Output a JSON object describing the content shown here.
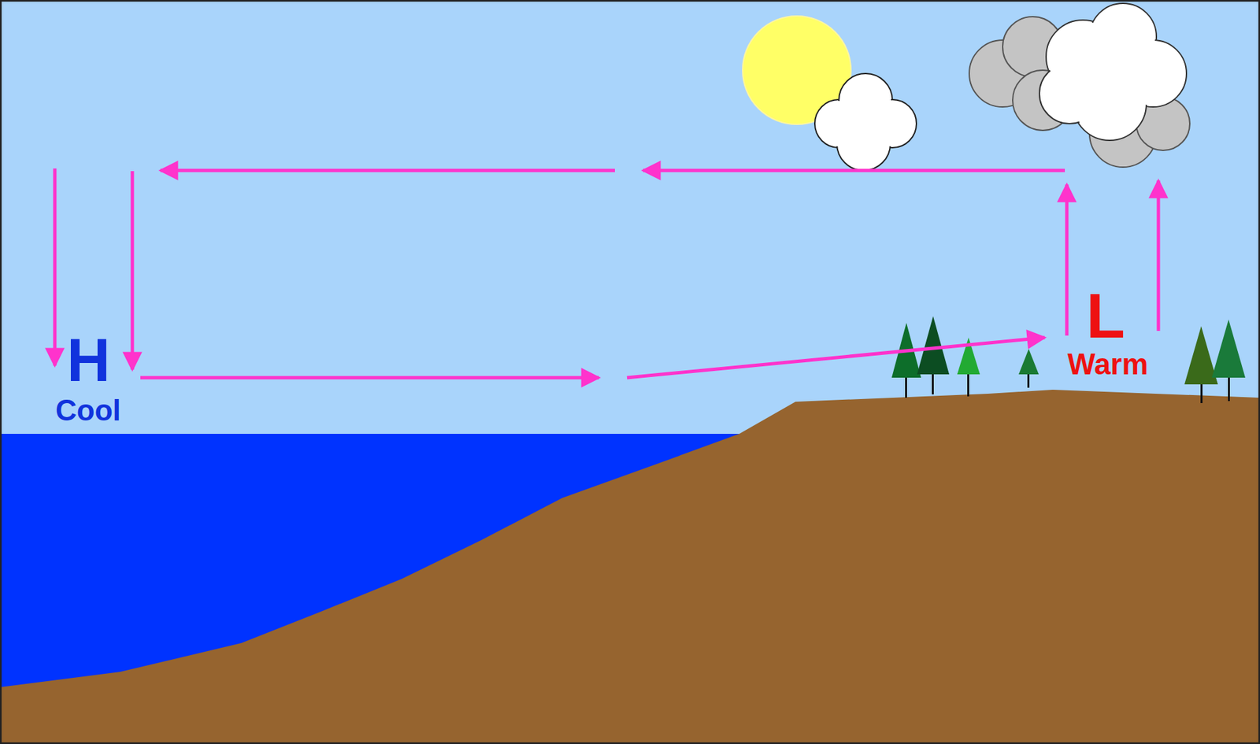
{
  "diagram": {
    "labels": [
      "H",
      "Cool",
      "L",
      "Warm"
    ]
  }
}
